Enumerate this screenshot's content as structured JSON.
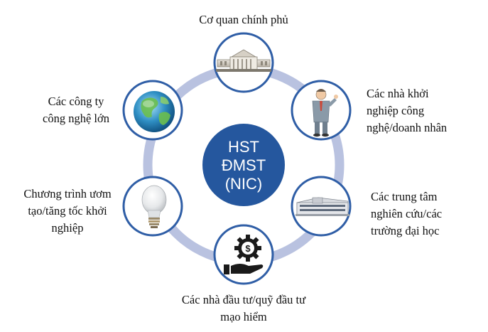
{
  "hub": {
    "lines": [
      "HST",
      "ĐMST",
      "(NIC)"
    ],
    "color": "#25579e"
  },
  "ring_color": "#b9c2e0",
  "node_border_color": "#2f5ea6",
  "nodes": [
    {
      "id": "government",
      "icon": "government-building-icon",
      "lines": [
        "Cơ quan chính phủ"
      ]
    },
    {
      "id": "startups",
      "icon": "businessman-icon",
      "lines": [
        "Các nhà khởi",
        "nghiệp công",
        "nghệ/doanh nhân"
      ]
    },
    {
      "id": "research",
      "icon": "university-building-icon",
      "lines": [
        "Các trung tâm",
        "nghiên cứu/các",
        "trường đại học"
      ]
    },
    {
      "id": "investors",
      "icon": "investment-gear-hand-icon",
      "lines": [
        "Các nhà đầu tư/quỹ đầu tư",
        "mạo hiểm"
      ]
    },
    {
      "id": "incubators",
      "icon": "light-bulb-icon",
      "lines": [
        "Chương trình ươm",
        "tạo/tăng tốc khởi",
        "nghiệp"
      ]
    },
    {
      "id": "tech-companies",
      "icon": "globe-icon",
      "lines": [
        "Các công ty",
        "công nghệ lớn"
      ]
    }
  ]
}
